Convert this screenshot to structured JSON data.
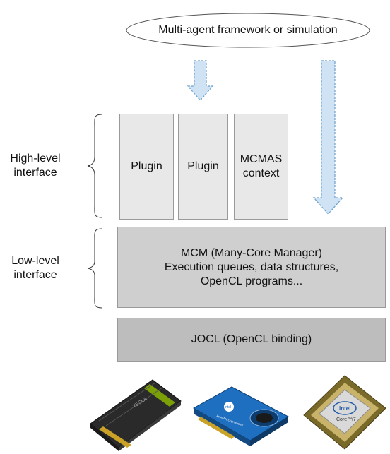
{
  "top": {
    "ellipse_label": "Multi-agent framework or simulation"
  },
  "left_labels": {
    "high_level": "High-level\ninterface",
    "low_level": "Low-level\ninterface"
  },
  "high_level_boxes": [
    {
      "label": "Plugin"
    },
    {
      "label": "Plugin"
    },
    {
      "label": "MCMAS\ncontext"
    }
  ],
  "mcm_box": {
    "label": "MCM (Many-Core Manager)\nExecution queues, data structures,\nOpenCL programs..."
  },
  "jocl_box": {
    "label": "JOCL (OpenCL binding)"
  },
  "hardware": {
    "gpu_card": {
      "brand_text": "TESLA"
    },
    "phi_card": {
      "logo_text": "intel",
      "caption_text": "Xeon Phi Coprocessor"
    },
    "cpu_chip": {
      "logo_text": "intel",
      "model_text": "Core™i7"
    }
  },
  "colors": {
    "box_light": "#e8e8e8",
    "box_mid": "#cfcfcf",
    "box_dark": "#bdbdbd",
    "arrow_fill": "#cfe3f4",
    "arrow_stroke": "#6aa0cc"
  }
}
